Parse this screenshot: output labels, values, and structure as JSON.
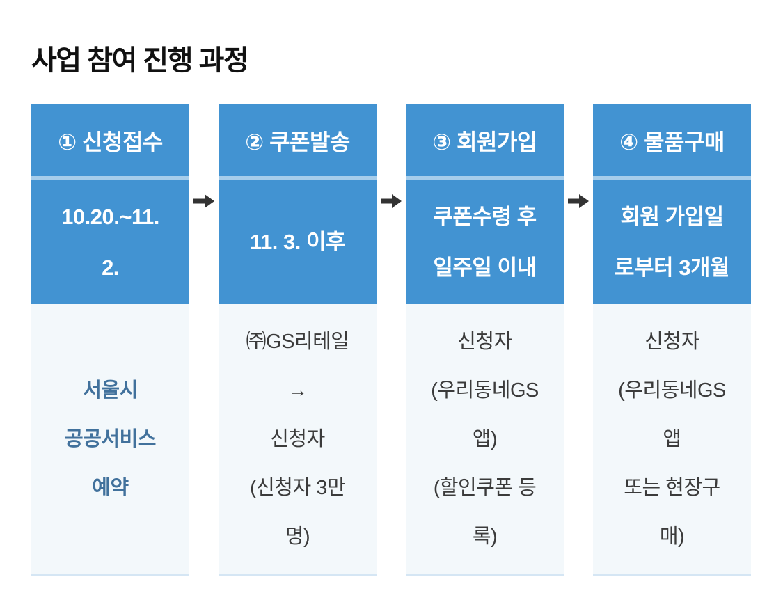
{
  "title": "사업 참여 진행 과정",
  "colors": {
    "step_blue": "#4293D2",
    "divider_blue": "#A6CDEB",
    "body_background": "#F3F8FB",
    "body_bottom_border": "#D5E6F4",
    "body_text": "#3B3B3B",
    "emphasis_text": "#41719C",
    "arrow": "#333333",
    "title_text": "#111111"
  },
  "icons": {
    "step_arrow": "➡"
  },
  "steps": [
    {
      "header": "① 신청접수",
      "period_lines": [
        "10.20.~11.",
        "2."
      ],
      "body_lines": [
        "서울시",
        "공공서비스",
        "예약"
      ]
    },
    {
      "header": "② 쿠폰발송",
      "period_lines": [
        "11. 3. 이후"
      ],
      "body_lines": [
        "㈜GS리테일",
        "→",
        "신청자",
        "(신청자 3만",
        "명)"
      ]
    },
    {
      "header": "③ 회원가입",
      "period_lines": [
        "쿠폰수령 후",
        "일주일 이내"
      ],
      "body_lines": [
        "신청자",
        "(우리동네GS",
        "앱)",
        "(할인쿠폰 등",
        "록)"
      ]
    },
    {
      "header": "④ 물품구매",
      "period_lines": [
        "회원 가입일",
        "로부터 3개월"
      ],
      "body_lines": [
        "신청자",
        "(우리동네GS",
        "앱",
        "또는 현장구",
        "매)"
      ]
    }
  ]
}
